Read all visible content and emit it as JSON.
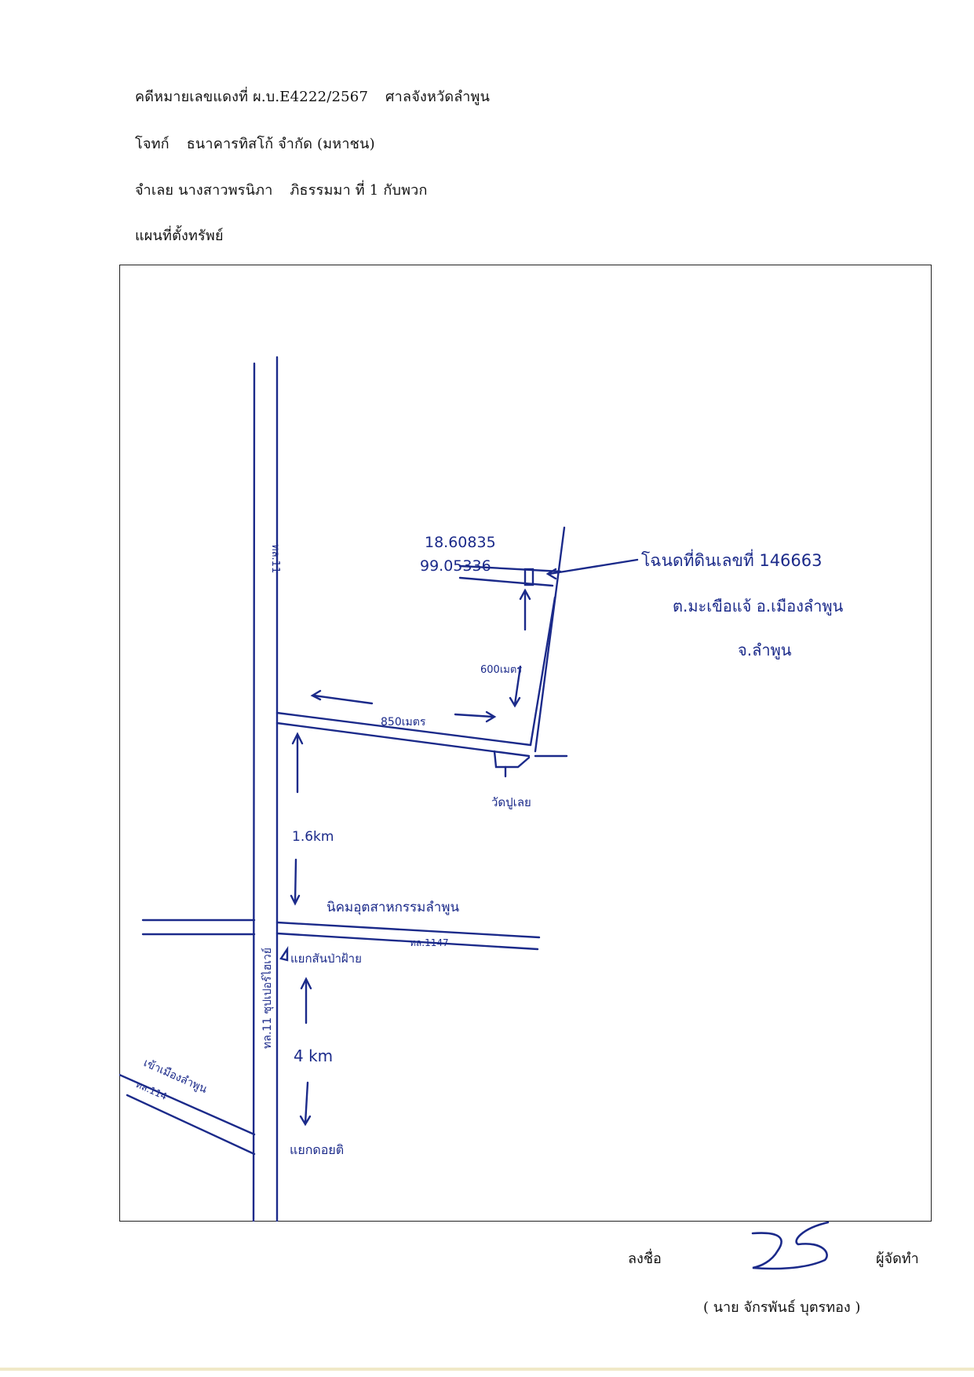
{
  "header": {
    "case_label": "คดีหมายเลขแดงที่",
    "case_number": "ผ.บ.E4222/2567",
    "court": "ศาลจังหวัดลำพูน",
    "plaintiff_label": "โจทก์",
    "plaintiff": "ธนาคารทิสโก้ จำกัด (มหาชน)",
    "defendant_label": "จำเลย",
    "defendant_name": "นางสาวพรนิภา",
    "defendant_surname": "ภิธรรมมา ที่ 1 กับพวก",
    "map_title": "แผนที่ตั้งทรัพย์"
  },
  "map": {
    "coord_lat": "18.60835",
    "coord_lon": "99.05336",
    "title_deed": "โฉนดที่ดินเลขที่ 146663",
    "subdistrict": "ต.มะเขือแจ้ อ.เมืองลำพูน",
    "province": "จ.ลำพูน",
    "dist_600": "600เมตร",
    "dist_850": "850เมตร",
    "temple": "วัดปูเลย",
    "dist_1_6": "1.6km",
    "industrial": "นิคมอุตสาหกรรมลำพูน",
    "road_11": "ทล.11",
    "road_1147": "ทล.1147",
    "san_pa_fang": "แยกสันป่าฝ้าย",
    "road_11_super": "ทล.11 ซุปเปอร์ไฮเวย์",
    "dist_4": "4 km",
    "old_town": "เข้าเมืองลำพูน",
    "road_114": "ทล.114",
    "nong_chom": "แยกดอยติ"
  },
  "signature": {
    "sign_label": "ลงชื่อ",
    "role": "ผู้จัดทำ",
    "name": "( นาย จักรพันธ์ บุตรทอง )"
  },
  "colors": {
    "ink": "#1b2a8a",
    "text": "#111111"
  }
}
